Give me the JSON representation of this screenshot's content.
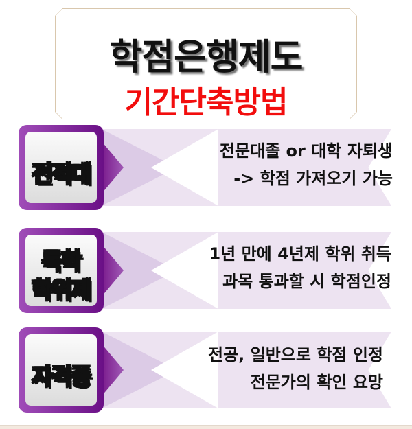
{
  "title": {
    "main": "학점은행제도",
    "sub": "기간단축방법",
    "main_color": "#111111",
    "sub_color": "#f20d0d",
    "frame_color": "#d9c7ad"
  },
  "theme": {
    "accent_purple": "#7a1a8c",
    "chevron_light": "#ede3f1"
  },
  "items": [
    {
      "label_lines": [
        "전적대"
      ],
      "desc_line1": "전문대졸 or 대학 자퇴생",
      "desc_line2": "-> 학점 가져오기 가능"
    },
    {
      "label_lines": [
        "독학",
        "학위제"
      ],
      "desc_line1": "1년 만에 4년제 학위 취득",
      "desc_line2": "과목 통과할 시 학점인정"
    },
    {
      "label_lines": [
        "자격증"
      ],
      "desc_line1": "전공, 일반으로 학점 인정",
      "desc_line2": "전문가의 확인 요망"
    }
  ]
}
